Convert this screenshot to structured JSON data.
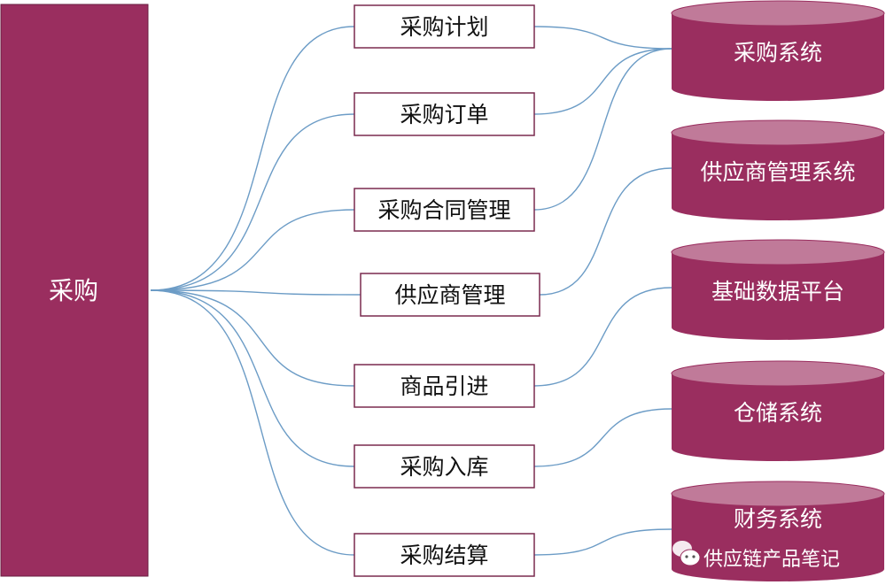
{
  "root": {
    "label": "采购"
  },
  "modules": [
    {
      "label": "采购计划",
      "target": 0
    },
    {
      "label": "采购订单",
      "target": 0
    },
    {
      "label": "采购合同管理",
      "target": 0
    },
    {
      "label": "供应商管理",
      "target": 1
    },
    {
      "label": "商品引进",
      "target": 2
    },
    {
      "label": "采购入库",
      "target": 3
    },
    {
      "label": "采购结算",
      "target": 4
    }
  ],
  "systems": [
    {
      "label": "采购系统"
    },
    {
      "label": "供应商管理系统"
    },
    {
      "label": "基础数据平台"
    },
    {
      "label": "仓储系统"
    },
    {
      "label": "财务系统"
    }
  ],
  "watermark": {
    "label": "供应链产品笔记"
  },
  "colors": {
    "primary": "#9a2e5f",
    "top": "#c07a99",
    "line": "#6c9cc6",
    "boxBorder": "#7a2a4f"
  }
}
